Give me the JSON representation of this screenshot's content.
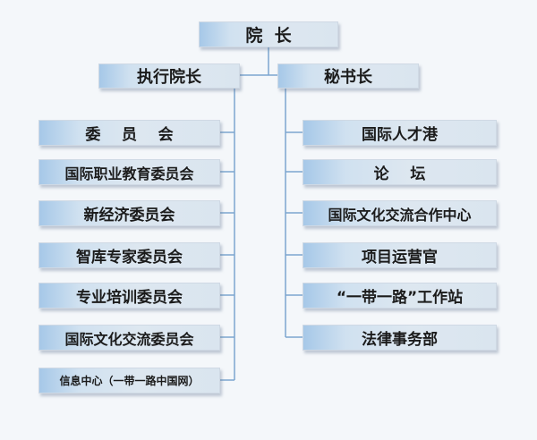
{
  "nodes": {
    "president": "院  长",
    "executive": "执行院长",
    "secretary": "秘书长",
    "left": [
      "委    员    会",
      "国际职业教育委员会",
      "新经济委员会",
      "智库专家委员会",
      "专业培训委员会",
      "国际文化交流委员会",
      "信息中心（一带一路中国网）"
    ],
    "right": [
      "国际人才港",
      "论    坛",
      "国际文化交流合作中心",
      "项目运营官",
      "“一带一路”工作站",
      "法律事务部"
    ]
  },
  "colors": {
    "line": "#7ca6cf",
    "box_edge": "#a6c8e8",
    "box_face": "#dde7f0"
  }
}
